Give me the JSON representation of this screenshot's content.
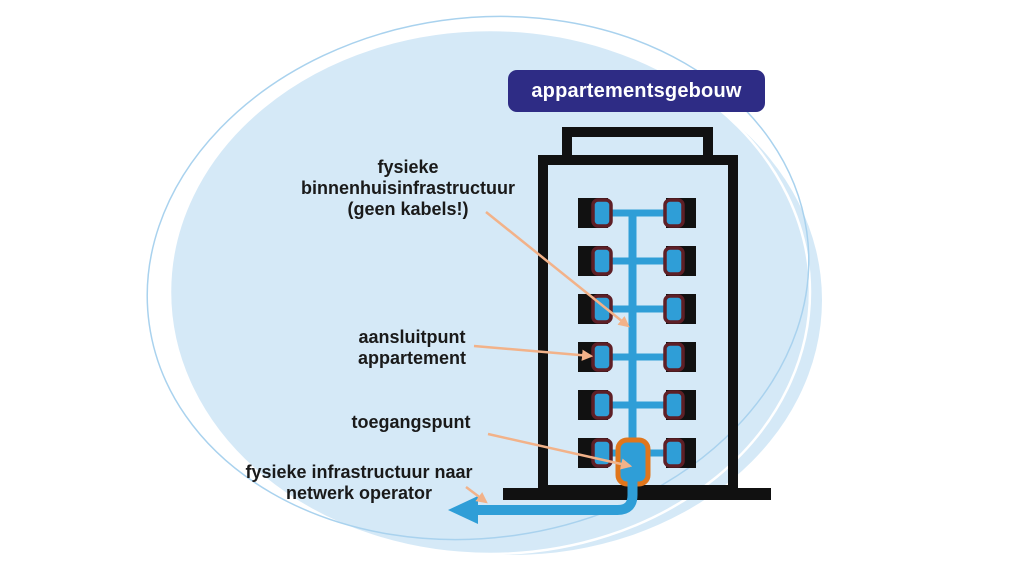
{
  "title_banner": {
    "label": "appartementsgebouw"
  },
  "labels": {
    "indoor_infrastructure": "fysieke\nbinnenhuisinfrastructuur\n(geen kabels!)",
    "apartment_connection": "aansluitpunt\nappartement",
    "access_point": "toegangspunt",
    "network_operator": "fysieke infrastructuur naar\nnetwerk operator"
  },
  "diagram": {
    "floors": 6,
    "units_per_floor": 2,
    "elements": [
      "apartment building outline with roof block and ground line",
      "vertical in-house riser connecting all floors",
      "apartment connection point at each unit",
      "access point box at ground floor",
      "blue arrow leaving building toward network operator"
    ]
  },
  "colors": {
    "banner_bg": "#2e2c85",
    "banner_text": "#ffffff",
    "blob": "#d5e9f7",
    "blob_arc": "#a9d2ee",
    "ink": "#111111",
    "line_blue": "#2f9ed7",
    "connector_border": "#5e1f26",
    "access_border": "#e0761c",
    "pointer": "#f2b289",
    "label_text": "#1a1a1a"
  }
}
